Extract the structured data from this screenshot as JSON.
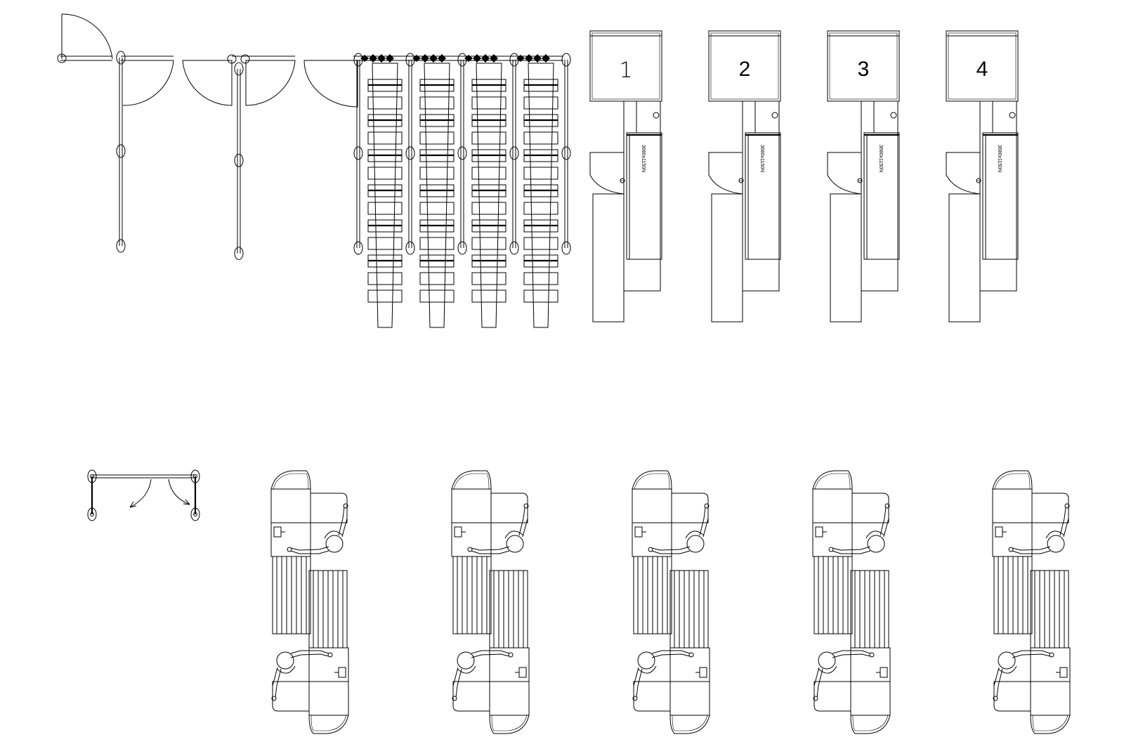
{
  "kiosks": [
    {
      "number": "1",
      "spec": "3680x1150N"
    },
    {
      "number": "2",
      "spec": "3680x1150N"
    },
    {
      "number": "3",
      "spec": "3680x1150N"
    },
    {
      "number": "4",
      "spec": "3680x1150N"
    }
  ],
  "workstation_pairs": 5
}
